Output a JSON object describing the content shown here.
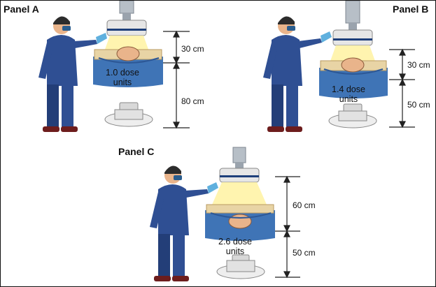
{
  "colors": {
    "scrubs": "#2f4f93",
    "scrubs_shadow": "#233e78",
    "skin": "#e9b48b",
    "hair": "#2c2c2c",
    "gloves": "#5fb0de",
    "shoes": "#6d1d1d",
    "mask": "#2a5d8e",
    "drape": "#3f74b6",
    "table_tan": "#e8d4a5",
    "beam_glow": "#fff3a6",
    "detector_body": "#e6e6e6",
    "detector_band": "#1e3f7a",
    "column": "#b7bfc7",
    "tube": "#d8d8d8",
    "dimension_line": "#222222"
  },
  "panels": [
    {
      "title": "Panel A",
      "dose": {
        "value": "1.0 dose",
        "unit": "units"
      },
      "upper_distance": "30 cm",
      "lower_distance": "80 cm"
    },
    {
      "title": "Panel B",
      "dose": {
        "value": "1.4 dose",
        "unit": "units"
      },
      "upper_distance": "30 cm",
      "lower_distance": "50 cm"
    },
    {
      "title": "Panel C",
      "dose": {
        "value": "2.6 dose",
        "unit": "units"
      },
      "upper_distance": "60 cm",
      "lower_distance": "50 cm"
    }
  ]
}
